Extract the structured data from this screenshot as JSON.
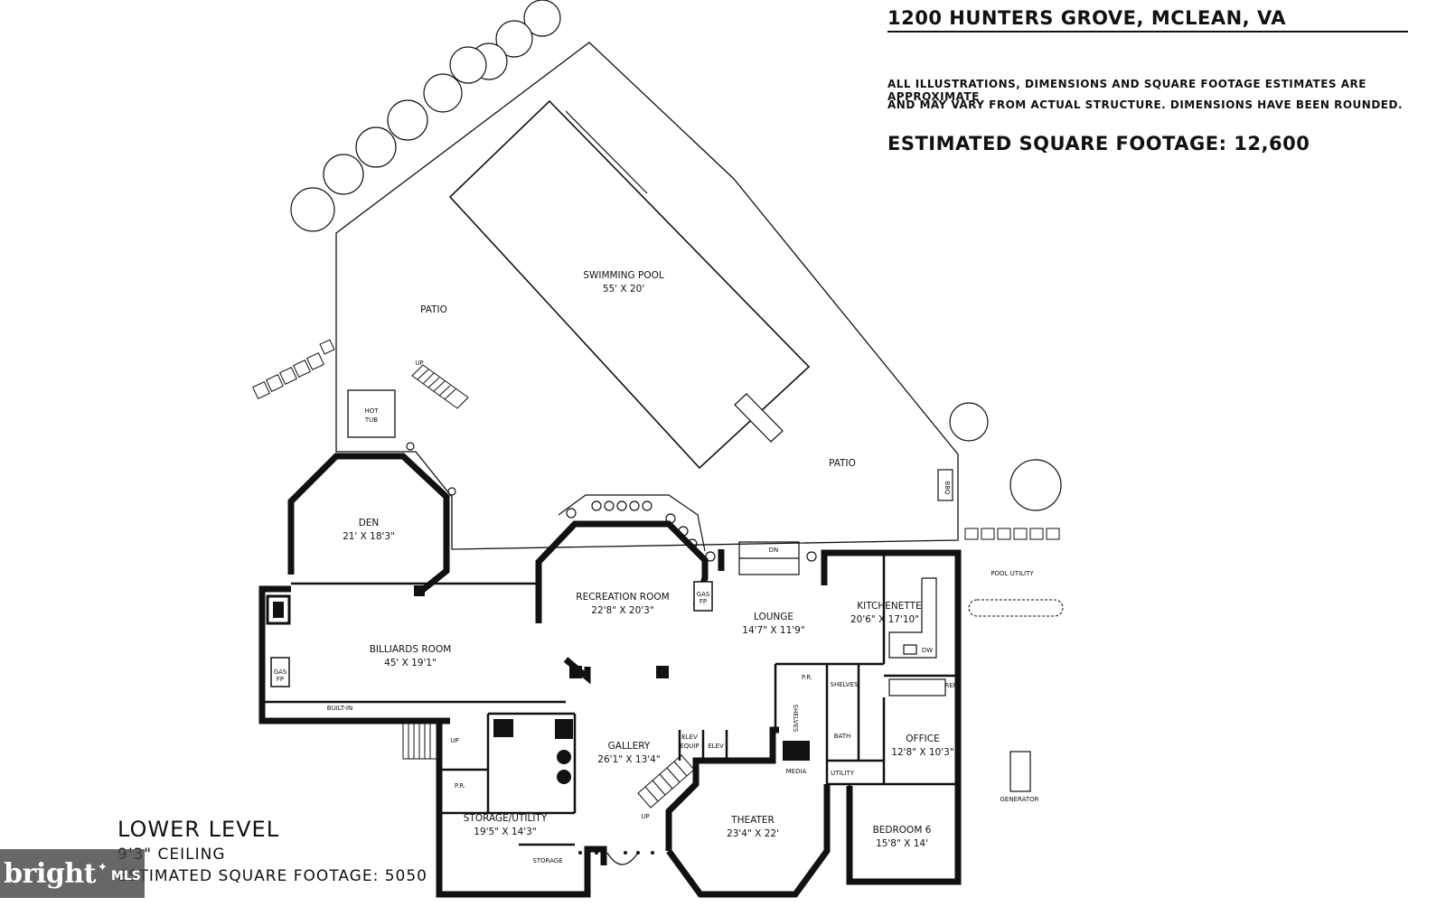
{
  "header": {
    "address": "1200 HUNTERS GROVE, MCLEAN, VA",
    "disclaimer_line1": "ALL ILLUSTRATIONS, DIMENSIONS AND SQUARE FOOTAGE ESTIMATES ARE APPROXIMATE",
    "disclaimer_line2": "AND MAY VARY FROM ACTUAL STRUCTURE. DIMENSIONS HAVE BEEN ROUNDED.",
    "total_sqft": "ESTIMATED SQUARE FOOTAGE: 12,600"
  },
  "level": {
    "name": "LOWER LEVEL",
    "ceiling": "9'3\" CEILING",
    "sqft": "ESTIMATED SQUARE FOOTAGE: 5050"
  },
  "rooms": {
    "pool_name": "SWIMMING POOL",
    "pool_dim": "55' X 20'",
    "patio_left": "PATIO",
    "patio_right": "PATIO",
    "hot_tub_1": "HOT",
    "hot_tub_2": "TUB",
    "den_name": "DEN",
    "den_dim": "21' X 18'3\"",
    "rec_name": "RECREATION ROOM",
    "rec_dim": "22'8\" X 20'3\"",
    "lounge_name": "LOUNGE",
    "lounge_dim": "14'7\" X 11'9\"",
    "kitchenette_name": "KITCHENETTE",
    "kitchenette_dim": "20'6\" X 17'10\"",
    "billiards_name": "BILLIARDS ROOM",
    "billiards_dim": "45' X 19'1\"",
    "gallery_name": "GALLERY",
    "gallery_dim": "26'1\" X 13'4\"",
    "office_name": "OFFICE",
    "office_dim": "12'8\" X 10'3\"",
    "theater_name": "THEATER",
    "theater_dim": "23'4\" X 22'",
    "bedroom_name": "BEDROOM 6",
    "bedroom_dim": "15'8\" X 14'",
    "storage_utility_name": "STORAGE/UTILITY",
    "storage_utility_dim": "19'5\" X 14'3\"",
    "storage": "STORAGE",
    "utility": "UTILITY",
    "bath": "BATH",
    "pr1": "P.R.",
    "pr2": "P.R.",
    "shelves1": "SHELVES",
    "shelves2": "SHELVES",
    "elev": "ELEV",
    "elev_equip_1": "ELEV",
    "elev_equip_2": "EQUIP",
    "media": "MEDIA",
    "builtin": "BUILT-IN",
    "gas_fp_1": "GAS",
    "gas_fp_2": "FP",
    "gas_fp_rec_1": "GAS",
    "gas_fp_rec_2": "FP",
    "up1": "UP",
    "up2": "UP",
    "up3": "UP",
    "dn": "DN",
    "dw": "DW",
    "ref": "REF",
    "bbq": "BBQ",
    "pool_utility": "POOL UTILITY",
    "generator": "GENERATOR"
  },
  "watermark": {
    "brand": "bright",
    "suffix": "MLS"
  }
}
